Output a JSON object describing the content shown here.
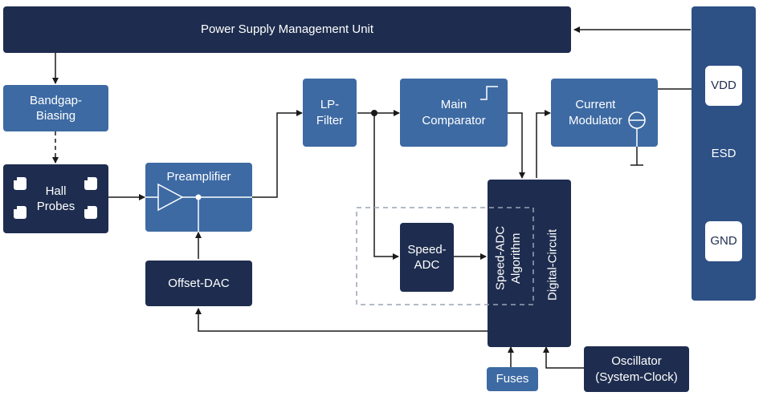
{
  "blocks": {
    "psmu": "Power Supply Management Unit",
    "bandgap": "Bandgap-\nBiasing",
    "hall": "Hall\nProbes",
    "preamp": "Preamplifier",
    "offset_dac": "Offset-DAC",
    "lp_filter": "LP-\nFilter",
    "main_comparator": "Main\nComparator",
    "current_modulator": "Current\nModulator",
    "speed_adc": "Speed-\nADC",
    "speed_adc_algorithm": "Speed-ADC\nAlgorithm",
    "digital_circuit": "Digital-Circuit",
    "esd": "ESD",
    "vdd": "VDD",
    "gnd": "GND",
    "fuses": "Fuses",
    "oscillator": "Oscillator\n(System-Clock)"
  },
  "colors": {
    "dark": "#1e2d4f",
    "mid": "#2d5085",
    "light": "#3d6aa3",
    "line": "#1a1a1a"
  }
}
